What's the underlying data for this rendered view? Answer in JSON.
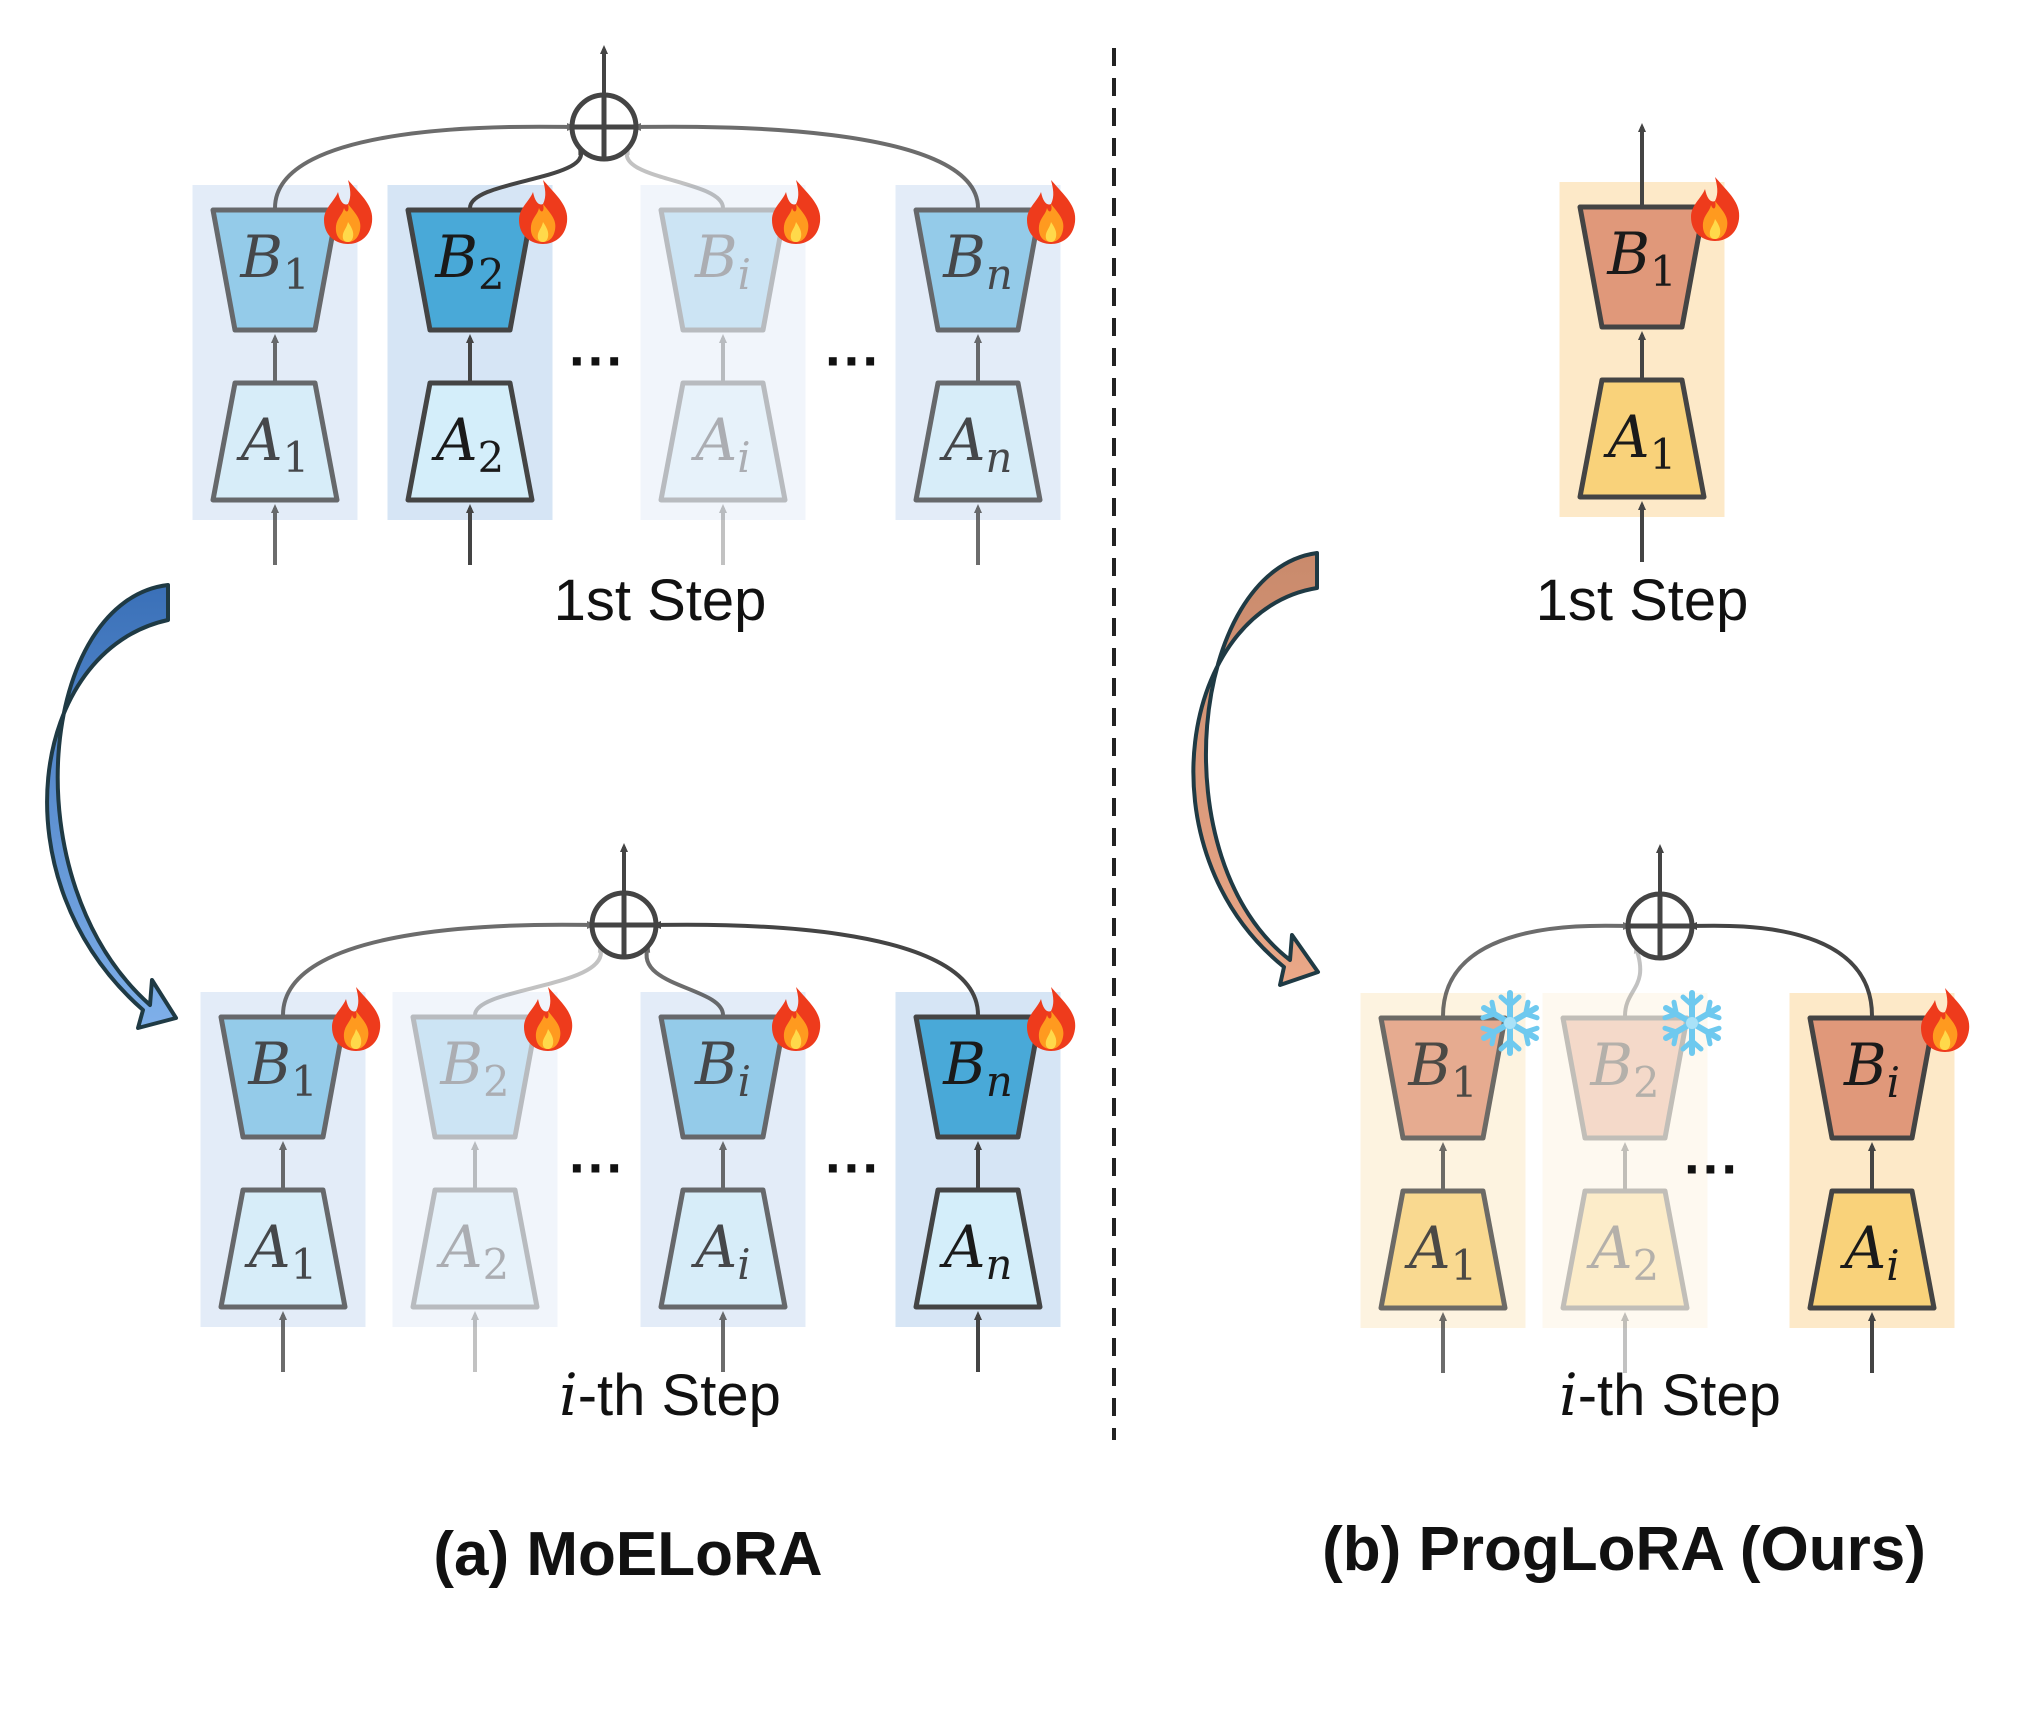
{
  "panels": [
    {
      "caption_prefix": "(a) ",
      "caption_name": "MoELoRA",
      "steps": [
        {
          "label": "1st Step",
          "label_italic": "",
          "experts": [
            {
              "b": "B",
              "b_sub": "1",
              "a": "A",
              "a_sub": "1",
              "level": "mid",
              "badge": "fire"
            },
            {
              "b": "B",
              "b_sub": "2",
              "a": "A",
              "a_sub": "2",
              "level": "strong",
              "badge": "fire"
            },
            {
              "b": "B",
              "b_sub": "i",
              "a": "A",
              "a_sub": "i",
              "level": "faint",
              "badge": "fire"
            },
            {
              "b": "B",
              "b_sub": "n",
              "a": "A",
              "a_sub": "n",
              "level": "mid",
              "badge": "fire"
            }
          ],
          "ellipses": [
            "···",
            "···"
          ]
        },
        {
          "label": "-th Step",
          "label_italic": "i",
          "experts": [
            {
              "b": "B",
              "b_sub": "1",
              "a": "A",
              "a_sub": "1",
              "level": "mid",
              "badge": "fire"
            },
            {
              "b": "B",
              "b_sub": "2",
              "a": "A",
              "a_sub": "2",
              "level": "faint",
              "badge": "fire"
            },
            {
              "b": "B",
              "b_sub": "i",
              "a": "A",
              "a_sub": "i",
              "level": "mid",
              "badge": "fire"
            },
            {
              "b": "B",
              "b_sub": "n",
              "a": "A",
              "a_sub": "n",
              "level": "strong",
              "badge": "fire"
            }
          ],
          "ellipses": [
            "···",
            "···"
          ]
        }
      ]
    },
    {
      "caption_prefix": "(b) ",
      "caption_name": "ProgLoRA (Ours)",
      "steps": [
        {
          "label": "1st Step",
          "label_italic": "",
          "experts": [
            {
              "b": "B",
              "b_sub": "1",
              "a": "A",
              "a_sub": "1",
              "level": "strong",
              "badge": "fire"
            }
          ],
          "ellipses": []
        },
        {
          "label": "-th Step",
          "label_italic": "i",
          "experts": [
            {
              "b": "B",
              "b_sub": "1",
              "a": "A",
              "a_sub": "1",
              "level": "mid",
              "badge": "snowflake"
            },
            {
              "b": "B",
              "b_sub": "2",
              "a": "A",
              "a_sub": "2",
              "level": "faint",
              "badge": "snowflake"
            },
            {
              "b": "B",
              "b_sub": "i",
              "a": "A",
              "a_sub": "i",
              "level": "strong",
              "badge": "fire"
            }
          ],
          "ellipses": [
            "···"
          ]
        }
      ]
    }
  ],
  "colors": {
    "blue_strong_bg": "#d6e5f5",
    "blue_mid_bg": "#e3ecf8",
    "blue_faint_bg": "#f1f5fb",
    "blue_b_strong": "#49a9d8",
    "blue_b_mid": "#7fc2e6",
    "blue_b_faint": "#c6e3f3",
    "blue_a": "#d4eefa",
    "orange_strong_bg": "#fde9c8",
    "orange_mid_bg": "#fdf3e0",
    "orange_faint_bg": "#fef9f0",
    "orange_b": "#e0987a",
    "orange_a": "#f9d27a",
    "stroke": "#444444",
    "arrow_blue": "#5a8fd6",
    "arrow_orange": "#dc9878",
    "arrow_outline": "#1f3a44"
  }
}
